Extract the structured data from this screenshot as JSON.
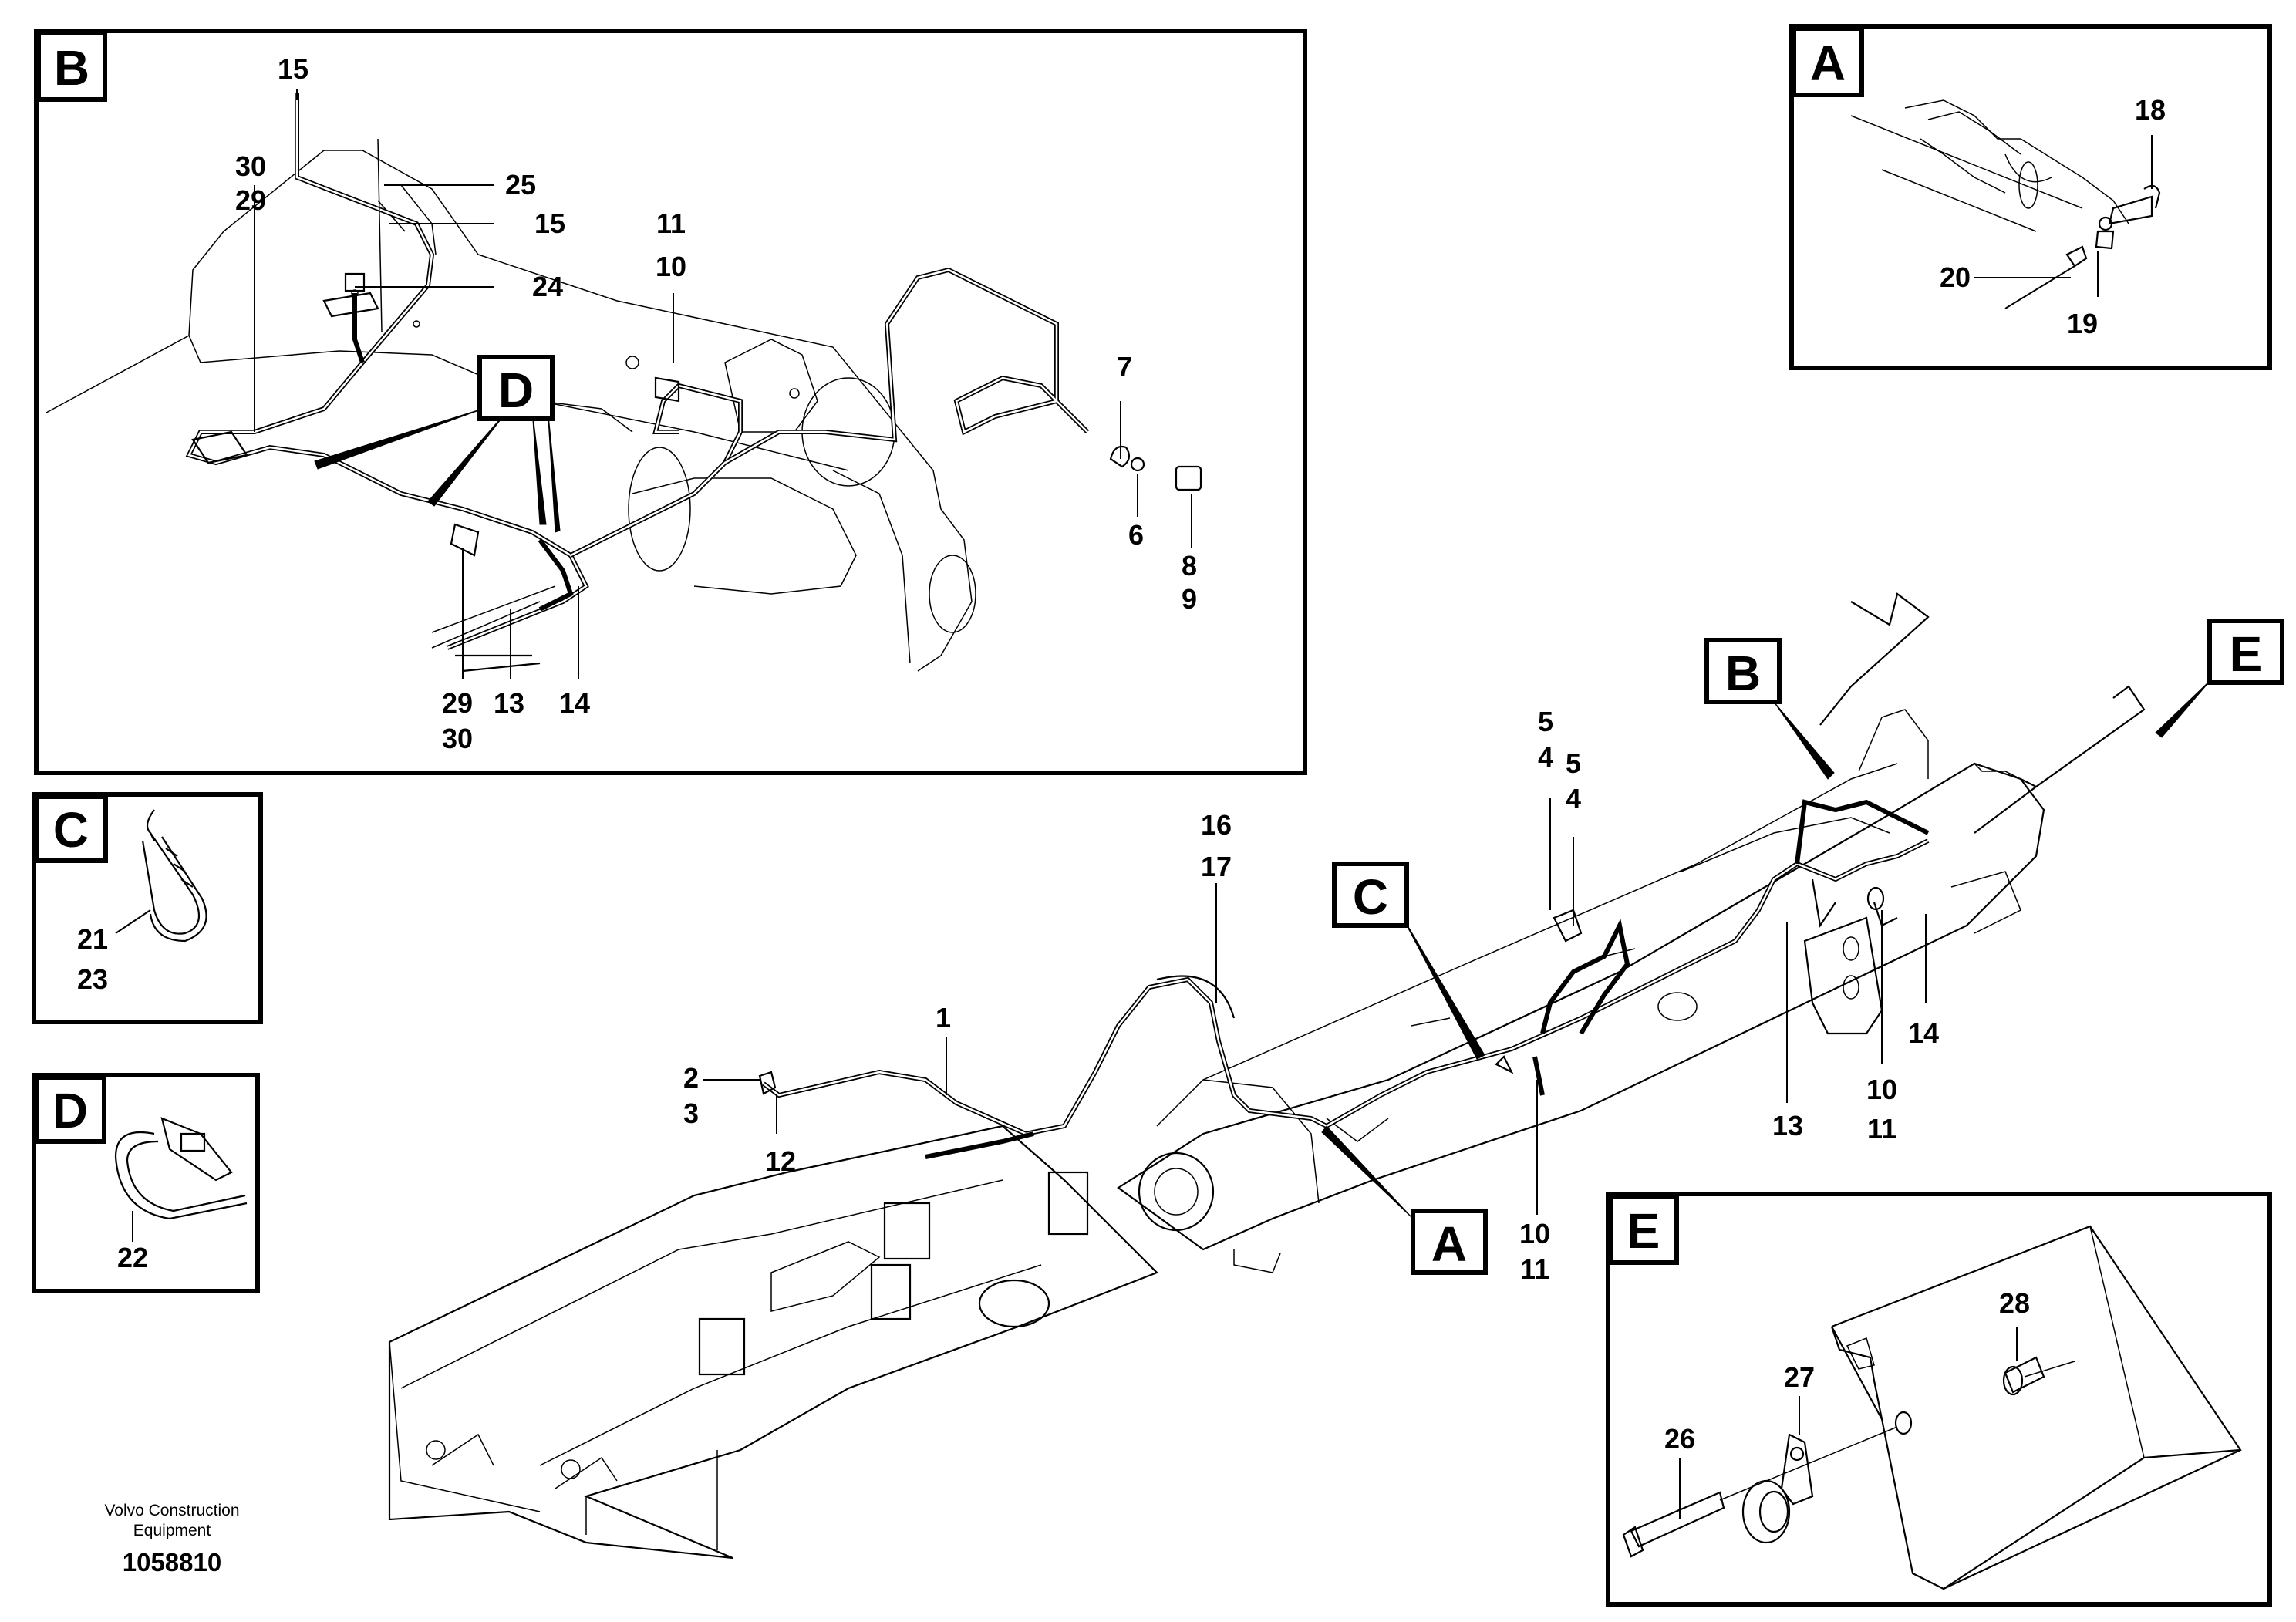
{
  "boxes": {
    "A": {
      "letter": "A"
    },
    "B": {
      "letter": "B"
    },
    "C": {
      "letter": "C"
    },
    "D": {
      "letter": "D"
    },
    "E": {
      "letter": "E"
    }
  },
  "callout_letters": {
    "A": "A",
    "B": "B",
    "C": "C",
    "D": "D",
    "E": "E"
  },
  "labels": {
    "b15a": "15",
    "b30": "30",
    "b29": "29",
    "b25": "25",
    "b15b": "15",
    "b24": "24",
    "b11": "11",
    "b10": "10",
    "b7": "7",
    "b6": "6",
    "b8": "8",
    "b9": "9",
    "b29b": "29",
    "b30b": "30",
    "b13": "13",
    "b14": "14",
    "a18": "18",
    "a20": "20",
    "a19": "19",
    "c21": "21",
    "c23": "23",
    "d22": "22",
    "e28": "28",
    "e27": "27",
    "e26": "26",
    "m1": "1",
    "m2": "2",
    "m3": "3",
    "m12": "12",
    "m16": "16",
    "m17": "17",
    "m5a": "5",
    "m4a": "4",
    "m5b": "5",
    "m4b": "4",
    "m14": "14",
    "m13": "13",
    "m10a": "10",
    "m11a": "11",
    "m10b": "10",
    "m11b": "11"
  },
  "footer": {
    "line1": "Volvo Construction",
    "line2": "Equipment",
    "number": "1058810"
  }
}
